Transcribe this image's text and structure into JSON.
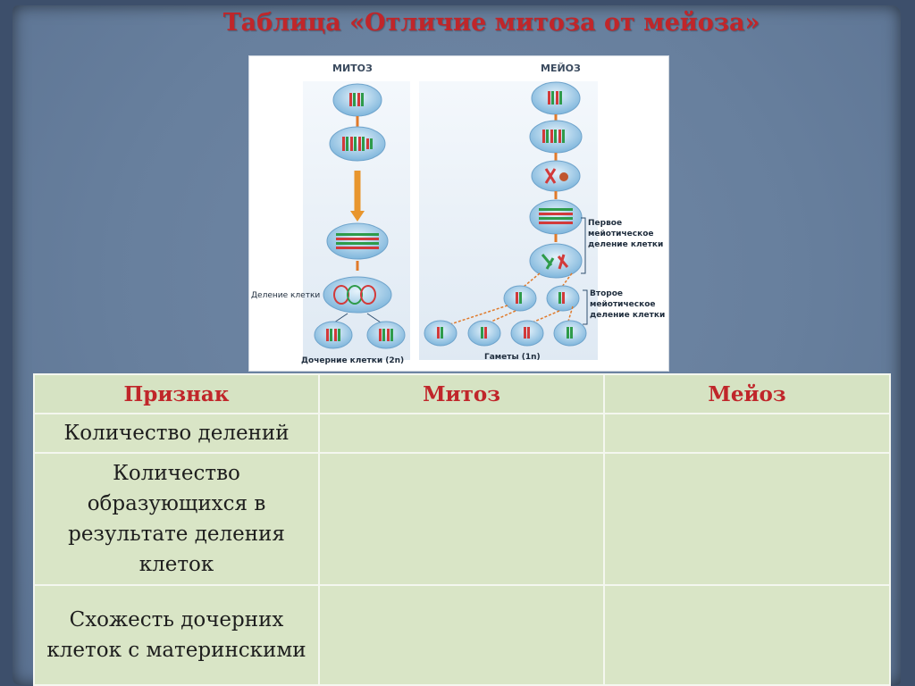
{
  "slide": {
    "title": "Таблица «Отличие митоза от мейоза»"
  },
  "figure": {
    "mitosis_heading": "МИТОЗ",
    "meiosis_heading": "МЕЙОЗ",
    "cell_division_label": "Деление клетки",
    "daughter_cells_label": "Дочерние клетки (2n)",
    "first_meiotic_label": [
      "Первое",
      "мейотическое",
      "деление клетки"
    ],
    "second_meiotic_label": [
      "Второе",
      "мейотическое",
      "деление клетки"
    ],
    "gametes_label": "Гаметы (1n)"
  },
  "table": {
    "headers": [
      "Признак",
      "Митоз",
      "Мейоз"
    ],
    "rows": [
      {
        "label": "Количество делений",
        "mitosis": "",
        "meiosis": ""
      },
      {
        "label": "Количество образующихся в результате деления клеток",
        "mitosis": "",
        "meiosis": ""
      },
      {
        "label": "Схожесть дочерних клеток с материнскими",
        "mitosis": "",
        "meiosis": ""
      }
    ]
  }
}
